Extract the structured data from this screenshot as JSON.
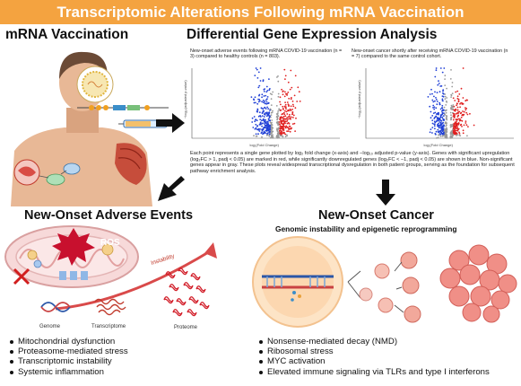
{
  "banner_title": "Transcriptomic Alterations Following mRNA Vaccination",
  "left_title": "mRNA Vaccination",
  "dge_title": "Differential Gene Expression Analysis",
  "plot1_caption": "New-onset adverse events following mRNA COVID-19 vaccination (n = 3) compared to healthy controls (n = 803).",
  "plot2_caption": "New-onset cancer shortly after receiving mRNA COVID-19 vaccination (n = 7) compared to the same control cohort.",
  "dge_description": "Each point represents a single gene plotted by log₂ fold change (x-axis) and −log₁₀ adjusted p-value (y-axis). Genes with significant upregulation (log₂FC > 1, padj < 0.05) are marked in red, while significantly downregulated genes (log₂FC < −1, padj < 0.05) are shown in blue. Non-significant genes appear in gray. These plots reveal widespread transcriptional dysregulation in both patient groups, serving as the foundation for subsequent pathway enrichment analysis.",
  "volcano_xlabel": "log₂(Fold Change)",
  "volcano_ylabel": "−log₁₀(adjusted p-value)",
  "adverse_title": "New-Onset Adverse Events",
  "ros_label": "ROS",
  "instability_label": "Instability",
  "genome_label": "Genome",
  "transcriptome_label": "Transcriptome",
  "proteome_label": "Proteome",
  "adverse_bullets": [
    "Mitochondrial dysfunction",
    "Proteasome-mediated stress",
    "Transcriptomic instability",
    "Systemic inflammation"
  ],
  "cancer_title": "New-Onset Cancer",
  "cancer_subtitle": "Genomic instability and epigenetic reprogramming",
  "cancer_bullets": [
    "Nonsense-mediated decay (NMD)",
    "Ribosomal stress",
    "MYC activation",
    "Elevated immune signaling via TLRs and type I interferons"
  ],
  "colors": {
    "banner": "#f4a340",
    "up": "#e02020",
    "down": "#1f3fd6",
    "nonsig": "#9a9a9a"
  }
}
